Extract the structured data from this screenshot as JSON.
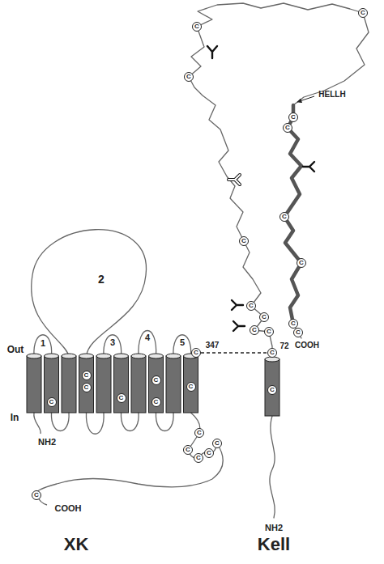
{
  "diagram": {
    "nodes": [
      {
        "text": [
          "C"
        ]
      },
      {
        "text": [
          "C"
        ]
      },
      {
        "text": [
          "C"
        ]
      },
      {
        "text": [
          "C"
        ]
      },
      {
        "text": [
          "C"
        ]
      },
      {
        "text": [
          "C"
        ]
      },
      {
        "text": [
          "C"
        ]
      },
      {
        "text": [
          "C"
        ]
      },
      {
        "text": [
          "C"
        ]
      },
      {
        "text": [
          "C"
        ]
      },
      {
        "text": [
          "C"
        ]
      },
      {
        "text": [
          "C"
        ]
      },
      {
        "text": [
          "C"
        ]
      },
      {
        "text": [
          "C"
        ]
      },
      {
        "text": [
          "C"
        ]
      },
      {
        "text": [
          "C"
        ]
      },
      {
        "text": [
          "C"
        ]
      },
      {
        "text": [
          "C"
        ]
      },
      {
        "text": [
          "C"
        ]
      },
      {
        "text": [
          "C"
        ]
      },
      {
        "text": [
          "C"
        ]
      },
      {
        "text": [
          "C"
        ]
      },
      {
        "text": [
          "C"
        ]
      },
      {
        "text": [
          "C"
        ]
      },
      {
        "text": [
          "C"
        ]
      },
      {
        "text": [
          "C"
        ]
      },
      {
        "text": [
          "C"
        ]
      },
      {
        "text": [
          "C"
        ]
      },
      {
        "text": [
          "C"
        ]
      },
      {
        "text": [
          "C"
        ]
      }
    ],
    "edges": [
      {
        "from": 16,
        "to": 14,
        "arrow": "none"
      }
    ],
    "labels": [
      "HELLH",
      "2",
      "1",
      "3",
      "4",
      "5",
      "347",
      "72",
      "COOH",
      "Out",
      "In",
      "NH2",
      "COOH",
      "NH2",
      "XK",
      "Kell"
    ]
  }
}
